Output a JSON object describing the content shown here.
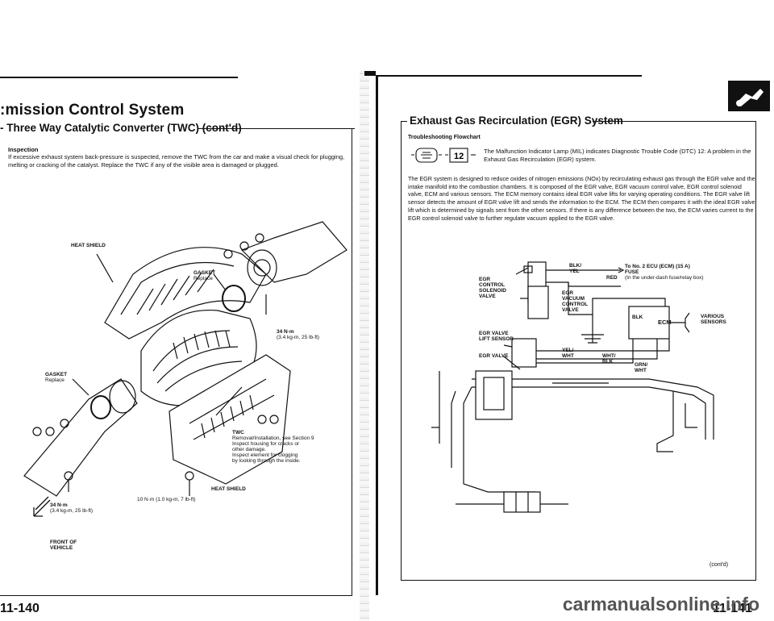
{
  "left_page": {
    "title": ":mission Control System",
    "subtitle": "- Three Way Catalytic Converter (TWC) (cont'd)",
    "inspection": {
      "heading": "Inspection",
      "body": "If excessive exhaust system back-pressure is suspected, remove the TWC from the car and make a visual check for plugging, melting or cracking of the catalyst. Replace the TWC if any of the visible area is damaged or plugged."
    },
    "labels": {
      "heat_shield_top": "HEAT SHIELD",
      "gasket_top": "GASKET",
      "gasket_top_note": "Replace",
      "torque_right": "34 N·m",
      "torque_right_imp": "(3.4 kg-m, 25 lb-ft)",
      "gasket_left": "GASKET",
      "gasket_left_note": "Replace",
      "twc": "TWC",
      "twc_note_1": "Removal/Installation, see Section 9",
      "twc_note_2": "Inspect housing for cracks or",
      "twc_note_3": "other damage.",
      "twc_note_4": "Inspect element for clogging",
      "twc_note_5": "by looking through the inside.",
      "heat_shield_bottom": "HEAT SHIELD",
      "torque_bottom": "10 N·m (1.0 kg-m, 7 lb-ft)",
      "torque_left": "34 N·m",
      "torque_left_imp": "(3.4 kg-m, 25 lb-ft)",
      "front_1": "FRONT OF",
      "front_2": "VEHICLE"
    },
    "page_number": "11-140"
  },
  "right_page": {
    "title": "Exhaust Gas Recirculation (EGR) System",
    "troubleshooting_heading": "Troubleshooting Flowchart",
    "dtc_code": "12",
    "mil_text": "The Malfunction Indicator Lamp (MIL) indicates Diagnostic Trouble Code (DTC) 12: A problem in the Exhaust Gas Recirculation (EGR) system.",
    "description": "The EGR system is designed to reduce oxides of nitrogen emissions (NOx) by recirculating exhaust gas through the EGR valve and the intake manifold into the combustion chambers. It is composed of the EGR valve, EGR vacuum control valve, EGR control solenoid valve, ECM and various sensors. The ECM memory contains ideal EGR valve lifts for varying operating conditions. The EGR valve lift sensor detects the amount of EGR valve lift and sends the information to the ECM. The ECM then compares it with the ideal EGR valve lift which is determined by signals sent from the other sensors. If there is any difference between the two, the ECM varies current to the EGR control solenoid valve to further regulate vacuum applied to the EGR valve.",
    "diagram_labels": {
      "egr_control_solenoid_1": "EGR",
      "egr_control_solenoid_2": "CONTROL",
      "egr_control_solenoid_3": "SOLENOID",
      "egr_control_solenoid_4": "VALVE",
      "blk_yel_1": "BLK/",
      "blk_yel_2": "YEL",
      "red": "RED",
      "to_fuse_1": "To No. 2 ECU (ECM) (15 A)",
      "to_fuse_2": "FUSE",
      "to_fuse_3": "(In the under-dash fuse/relay box)",
      "egr_vacuum_1": "EGR",
      "egr_vacuum_2": "VACUUM",
      "egr_vacuum_3": "CONTROL",
      "egr_vacuum_4": "VALVE",
      "blk": "BLK",
      "ecm": "ECM",
      "various_1": "VARIOUS",
      "various_2": "SENSORS",
      "lift_sensor_1": "EGR VALVE",
      "lift_sensor_2": "LIFT SENSOR",
      "egr_valve": "EGR VALVE",
      "yel_wht_1": "YEL/",
      "yel_wht_2": "WHT",
      "wht_blk_1": "WHT/",
      "wht_blk_2": "BLK",
      "grn_wht_1": "GRN/",
      "grn_wht_2": "WHT"
    },
    "contd": "(cont'd)",
    "page_number": "11-141"
  },
  "watermark": "carmanualsonline.info"
}
